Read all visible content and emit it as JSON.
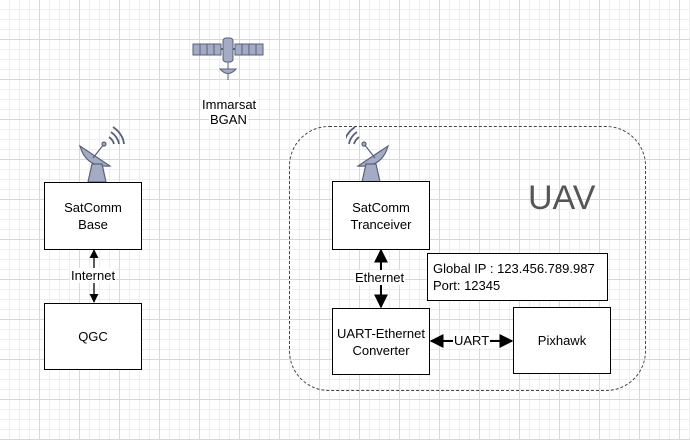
{
  "satellite": {
    "name_line1": "Immarsat",
    "name_line2": "BGAN"
  },
  "uav": {
    "label": "UAV"
  },
  "nodes": {
    "satcomm_base": {
      "line1": "SatComm",
      "line2": "Base"
    },
    "qgc": {
      "label": "QGC"
    },
    "satcomm_tranceiver": {
      "line1": "SatComm",
      "line2": "Tranceiver"
    },
    "uart_ethernet": {
      "line1": "UART-Ethernet",
      "line2": "Converter"
    },
    "pixhawk": {
      "label": "Pixhawk"
    }
  },
  "links": {
    "internet": "Internet",
    "ethernet": "Ethernet",
    "uart": "UART"
  },
  "info": {
    "global_ip": "Global IP : 123.456.789.987",
    "port": "Port: 12345"
  },
  "colors": {
    "icon_fill": "#a3acc4",
    "icon_stroke": "#5a6176",
    "boundary": "#444444",
    "uav_text": "#555555"
  }
}
